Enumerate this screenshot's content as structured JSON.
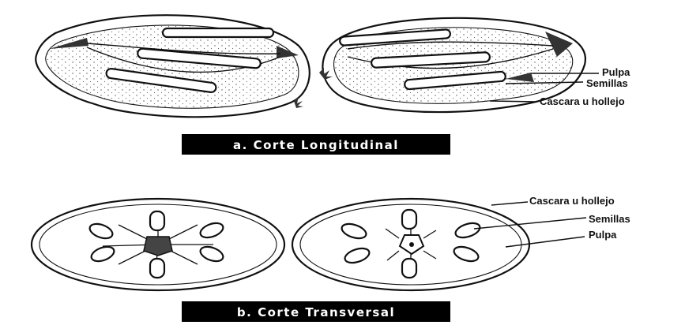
{
  "sections": {
    "longitudinal": {
      "title": "a. Corte Longitudinal",
      "labels": [
        "Pulpa",
        "Semillas",
        "Cascara u hollejo"
      ]
    },
    "transverse": {
      "title": "b. Corte Transversal",
      "labels": [
        "Cascara u hollejo",
        "Semillas",
        "Pulpa"
      ]
    }
  },
  "colors": {
    "line": "#111111",
    "banner": "#000000",
    "background": "#ffffff"
  }
}
